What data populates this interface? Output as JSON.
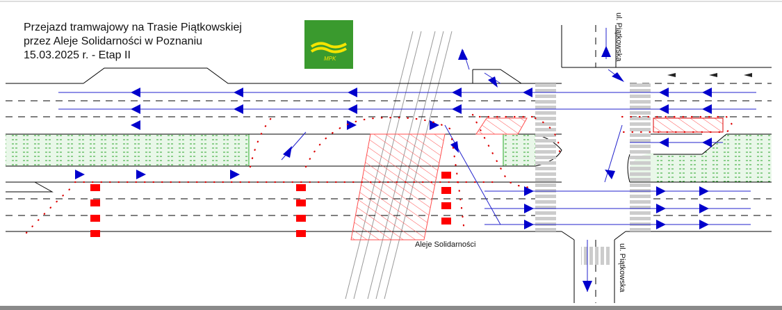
{
  "title": {
    "line1": "Przejazd tramwajowy na Trasie Piątkowskiej",
    "line2": "przez Aleje Solidarności w Poznaniu",
    "line3": "15.03.2025 r. - Etap II"
  },
  "logo": {
    "text": "MPK",
    "color": "#3a9a2e",
    "wave_color": "#f4e400"
  },
  "streets": {
    "aleje": "Aleje Solidarności",
    "piatkowska_top": "ul. Piątkowska",
    "piatkowska_bottom": "ul. Piątkowska"
  },
  "colors": {
    "road_line": "#000000",
    "lane_arrow": "#0000cc",
    "tram_stop": "#ff0000",
    "detour_dots": "#dd0000",
    "construction_hatch": "#ff4444",
    "greenery": "#22aa22",
    "crosswalk": "#cccccc"
  }
}
